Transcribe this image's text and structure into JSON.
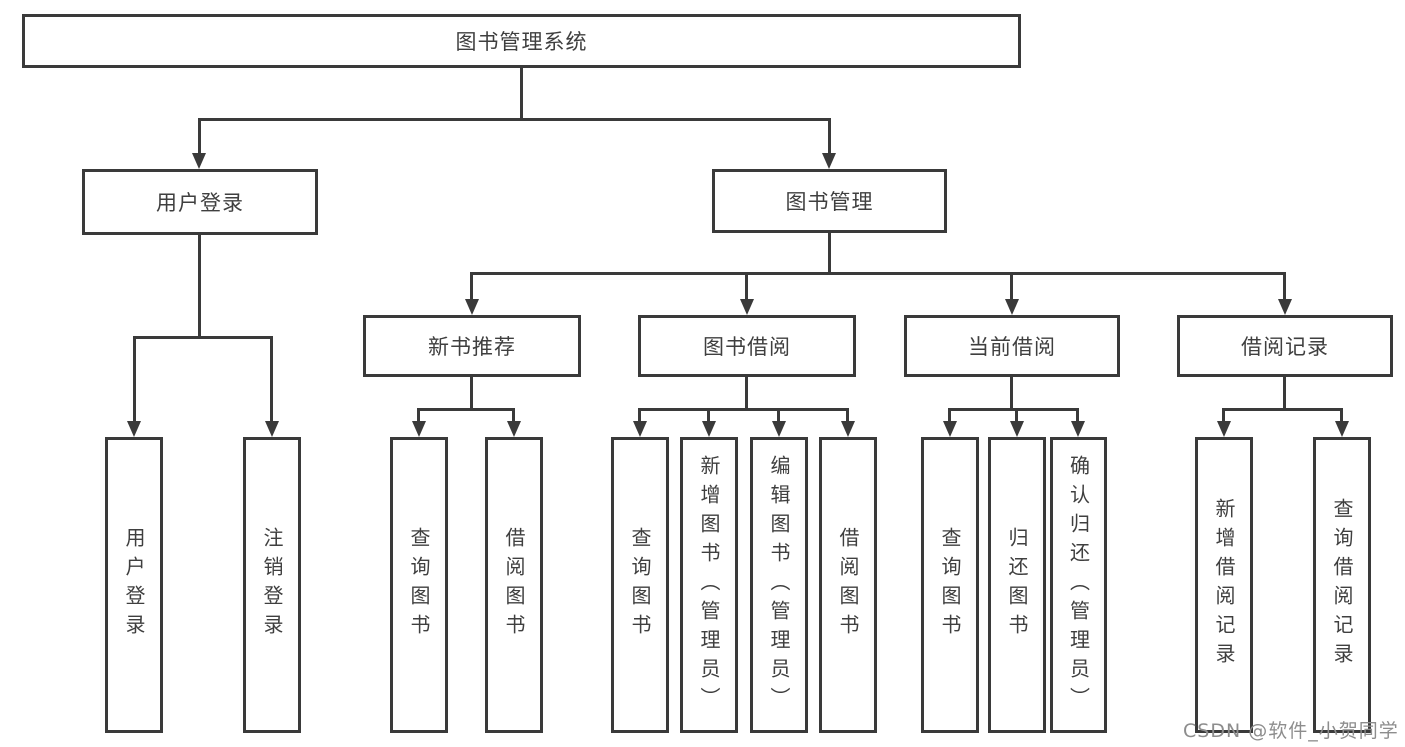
{
  "colors": {
    "background": "#ffffff",
    "line": "#3a3a3a",
    "box_border": "#3a3a3a",
    "box_fill": "#ffffff",
    "text": "#3f3f3f",
    "watermark": "#8d8d8d"
  },
  "tree": {
    "root": {
      "label": "图书管理系统",
      "children": [
        {
          "label": "用户登录",
          "children": [
            {
              "label": "用户登录"
            },
            {
              "label": "注销登录"
            }
          ]
        },
        {
          "label": "图书管理",
          "children": [
            {
              "label": "新书推荐",
              "children": [
                {
                  "label": "查询图书"
                },
                {
                  "label": "借阅图书"
                }
              ]
            },
            {
              "label": "图书借阅",
              "children": [
                {
                  "label": "查询图书"
                },
                {
                  "label": "新增图书（管理员）"
                },
                {
                  "label": "编辑图书（管理员）"
                },
                {
                  "label": "借阅图书"
                }
              ]
            },
            {
              "label": "当前借阅",
              "children": [
                {
                  "label": "查询图书"
                },
                {
                  "label": "归还图书"
                },
                {
                  "label": "确认归还（管理员）"
                }
              ]
            },
            {
              "label": "借阅记录",
              "children": [
                {
                  "label": "新增借阅记录"
                },
                {
                  "label": "查询借阅记录"
                }
              ]
            }
          ]
        }
      ]
    }
  },
  "watermark": {
    "text": "CSDN @软件_小贺同学"
  }
}
